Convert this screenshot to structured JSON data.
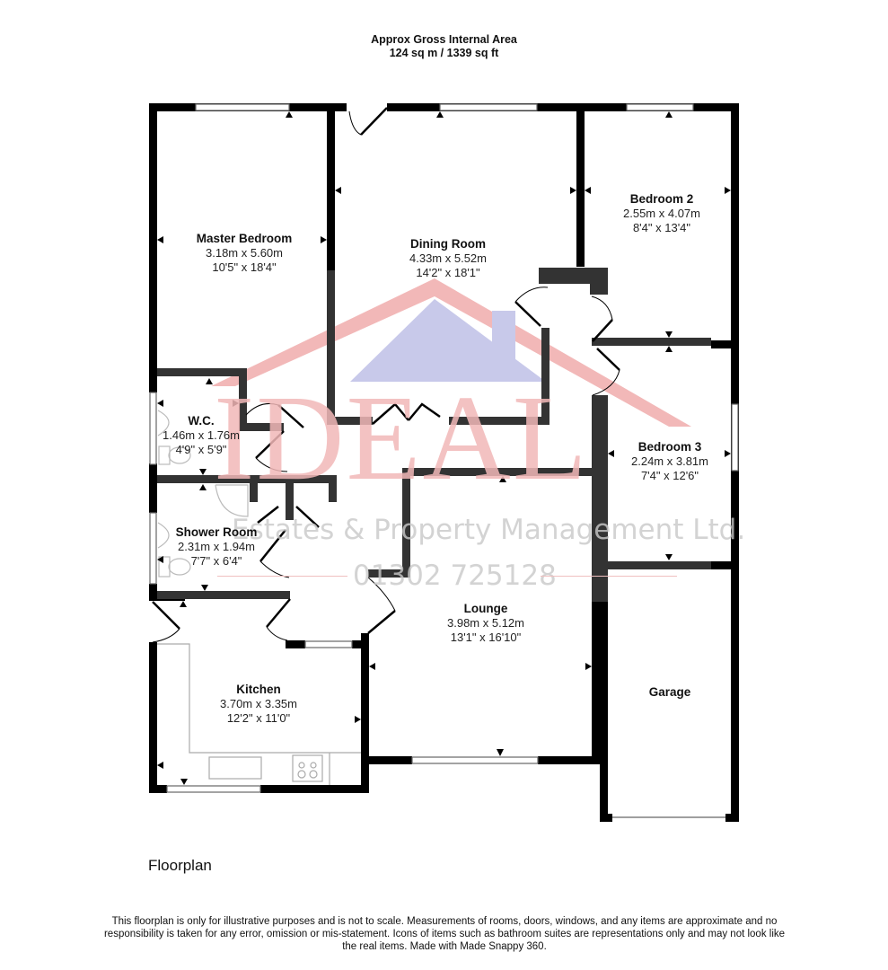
{
  "header": {
    "title": "Approx Gross Internal Area",
    "area": "124 sq m / 1339 sq ft"
  },
  "rooms": {
    "master_bedroom": {
      "name": "Master Bedroom",
      "metric": "3.18m x 5.60m",
      "imperial": "10'5\" x 18'4\""
    },
    "dining_room": {
      "name": "Dining Room",
      "metric": "4.33m x 5.52m",
      "imperial": "14'2\" x 18'1\""
    },
    "bedroom_2": {
      "name": "Bedroom 2",
      "metric": "2.55m x 4.07m",
      "imperial": "8'4\" x 13'4\""
    },
    "wc": {
      "name": "W.C.",
      "metric": "1.46m x 1.76m",
      "imperial": "4'9\" x 5'9\""
    },
    "bedroom_3": {
      "name": "Bedroom 3",
      "metric": "2.24m x 3.81m",
      "imperial": "7'4\" x 12'6\""
    },
    "shower_room": {
      "name": "Shower Room",
      "metric": "2.31m x 1.94m",
      "imperial": "7'7\" x 6'4\""
    },
    "lounge": {
      "name": "Lounge",
      "metric": "3.98m x 5.12m",
      "imperial": "13'1\" x 16'10\""
    },
    "kitchen": {
      "name": "Kitchen",
      "metric": "3.70m x 3.35m",
      "imperial": "12'2\" x 11'0\""
    },
    "garage": {
      "name": "Garage"
    }
  },
  "watermark": {
    "brand": "IDEAL",
    "subtitle": "Estates & Property Management Ltd.",
    "phone": "01302 725128",
    "colors": {
      "brand_red": "#f2b8b8",
      "roof_blue": "#c8c9ea",
      "gray_text": "#c9c9c9"
    }
  },
  "colors": {
    "wall": "#000000",
    "interior_wall": "#333333",
    "fixture": "#aaaaaa"
  },
  "footer": {
    "caption": "Floorplan",
    "disclaimer": "This floorplan is only for illustrative purposes and is not to scale. Measurements of rooms, doors, windows, and any items are approximate and no responsibility is taken for any error, omission or mis-statement. Icons of items such as bathroom suites are representations only and may not look like the real items. Made with Made Snappy 360."
  }
}
